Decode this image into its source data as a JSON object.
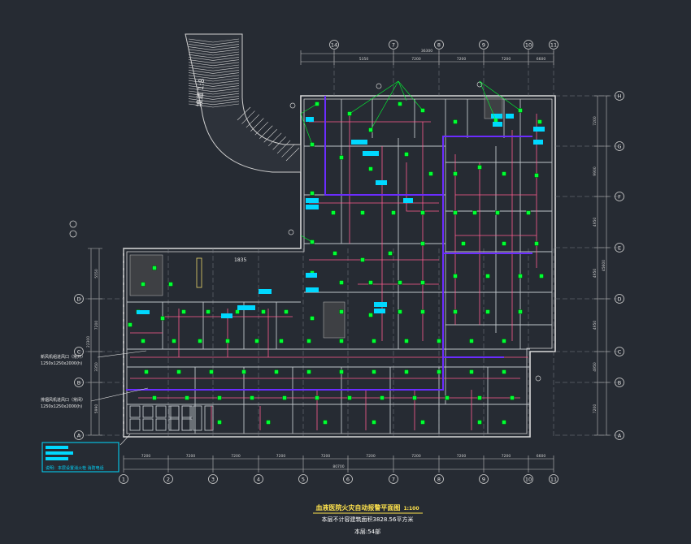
{
  "title": {
    "main": "血液医院火灾自动报警平面图",
    "scale": "1:100",
    "area_note": "本层不计容建筑面积3828.56平方米",
    "count_note": "本层:54部"
  },
  "grids": {
    "bottom": [
      "1",
      "2",
      "3",
      "4",
      "5",
      "6",
      "7",
      "8",
      "9",
      "10",
      "11"
    ],
    "top": [
      "14",
      "7",
      "8",
      "9",
      "10",
      "11"
    ],
    "right": [
      "H",
      "G",
      "F",
      "E",
      "D",
      "C",
      "B",
      "A"
    ],
    "left": [
      "D",
      "C",
      "B",
      "A"
    ]
  },
  "dims": {
    "bottom": [
      "7200",
      "7200",
      "7200",
      "7200",
      "7200",
      "7200",
      "7200",
      "7200",
      "7200",
      "6600"
    ],
    "bottom_total": "80700",
    "top": [
      "5350",
      "7200",
      "7200",
      "7200",
      "6600"
    ],
    "top_total": "36300",
    "right": [
      "7200",
      "9900",
      "4950",
      "4950",
      "4950",
      "4950",
      "7200"
    ],
    "right_total": "45600",
    "left": [
      "5550",
      "7200",
      "3350",
      "5990"
    ],
    "left_total": "22300"
  },
  "labels": {
    "ramp": "坡道 1:8",
    "room_a": "1835",
    "callout_1": "新风机组进风口（常开）",
    "callout_1b": "1250x1250x2000(h)",
    "callout_2": "排烟风机进风口（常闭）",
    "callout_2b": "1250x1250x2000(h)"
  },
  "legend": {
    "lines": [
      "",
      "",
      "",
      "",
      "说明：本层设置消火栓  消防电话"
    ]
  },
  "colors": {
    "background": "#262b33",
    "wall": "#d9d9d9",
    "device": "#00ff33",
    "cable": "#ff5d8f",
    "bus": "#6b2cff",
    "label": "#00d8ff",
    "dimension": "#d0d0d0",
    "title": "#ffe34d"
  }
}
